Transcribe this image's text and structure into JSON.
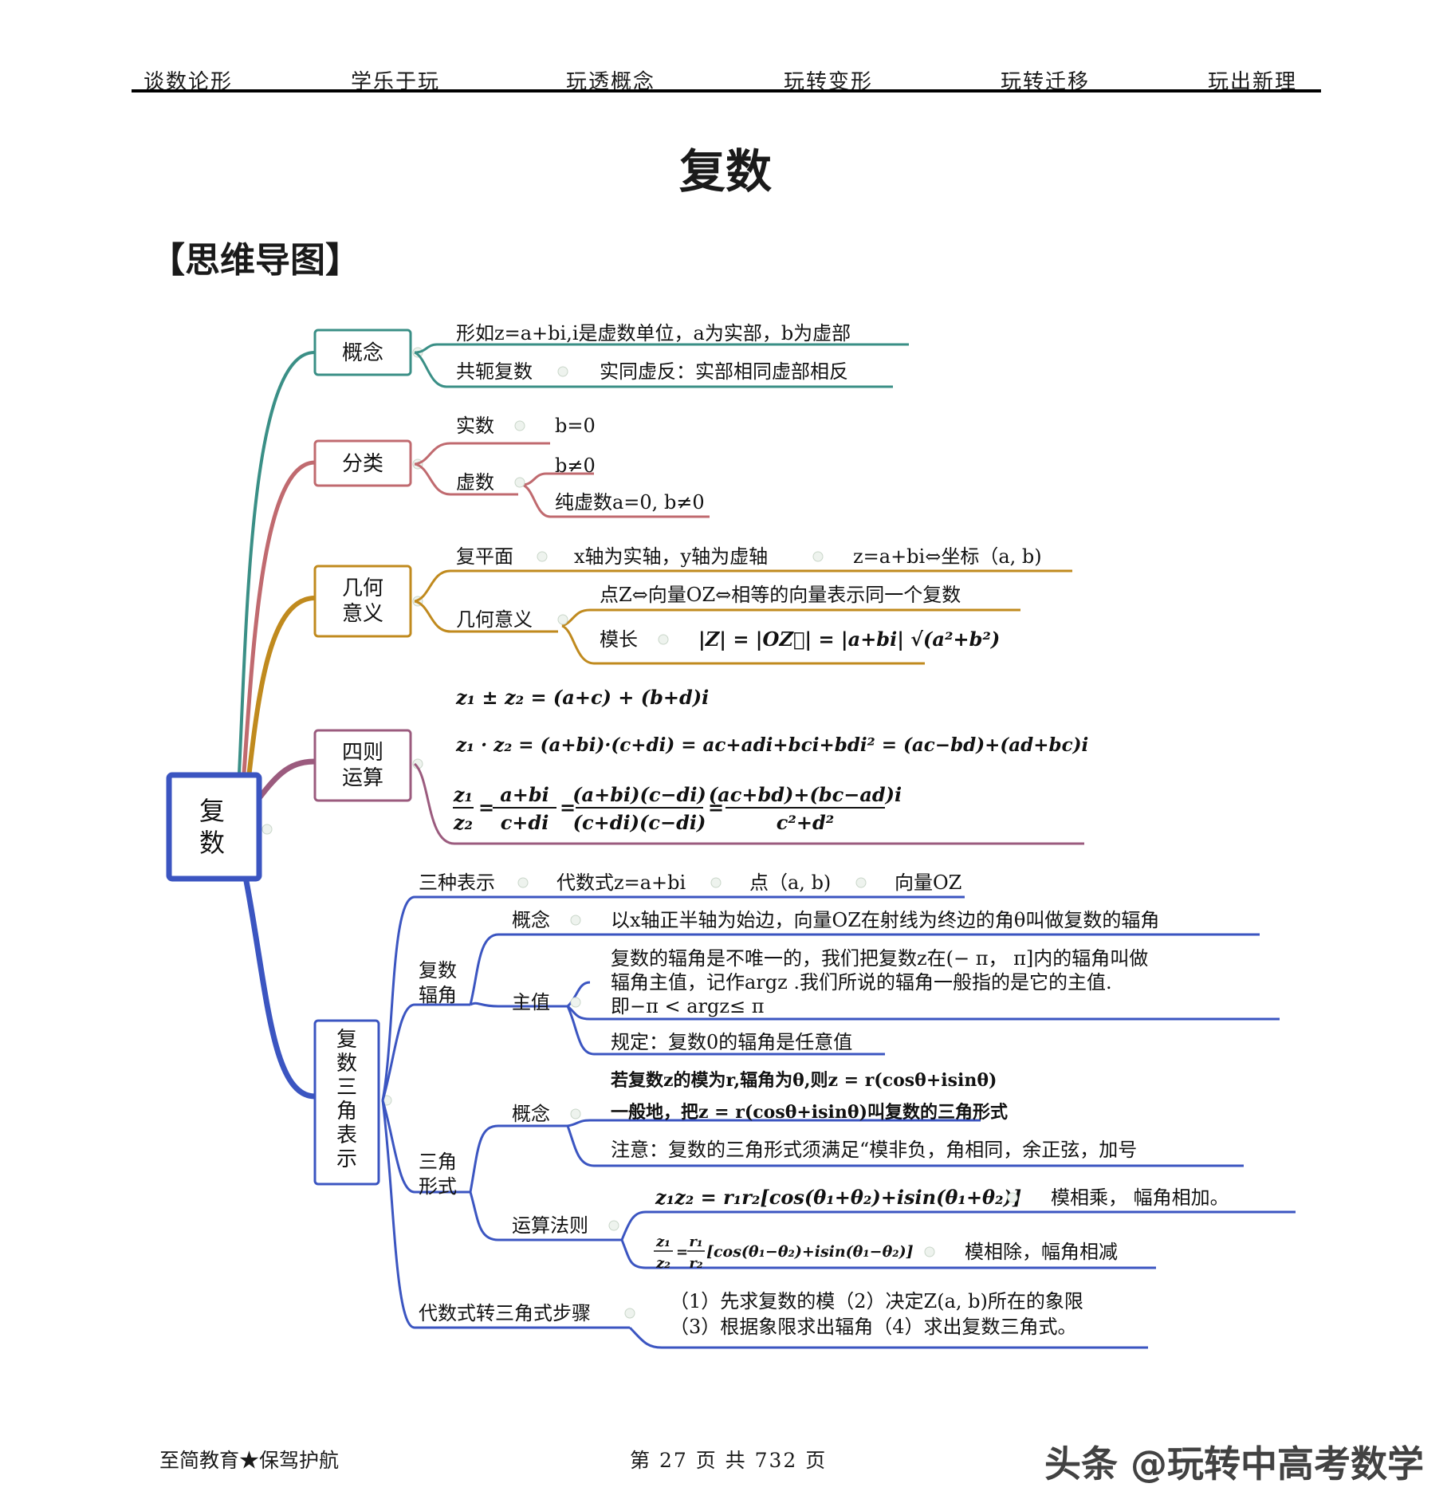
{
  "header": {
    "nav": [
      "谈数论形",
      "学乐于玩",
      "玩透概念",
      "玩转变形",
      "玩转迁移",
      "玩出新理"
    ]
  },
  "title": "复数",
  "section_title": "【思维导图】",
  "colors": {
    "concept": "#3a8f86",
    "classify": "#c06a6f",
    "geometry": "#c08a1e",
    "operations": "#9b5b7e",
    "trig": "#3b55c1"
  },
  "mindmap": {
    "root": [
      "复",
      "数"
    ],
    "concept": {
      "label": "概念",
      "def": "形如z=a+bi,i是虚数单位，a为实部，b为虚部",
      "conj_label": "共轭复数",
      "conj_text": "实同虚反：实部相同虚部相反"
    },
    "classify": {
      "label": "分类",
      "real": "实数",
      "real_cond": "b=0",
      "imag": "虚数",
      "imag_cond": "b≠0",
      "pure_imag": "纯虚数a=0, b≠0"
    },
    "geometry": {
      "label": [
        "几何",
        "意义"
      ],
      "plane": "复平面",
      "plane_text": "x轴为实轴，y轴为虚轴",
      "plane_coord": "z=a+bi⇔坐标（a, b)",
      "meaning": "几何意义",
      "meaning_text": "点Z⇔向量OZ⇔相等的向量表示同一个复数",
      "modulus": "模长",
      "modulus_formula": "|Z| = |OZ⃗| = |a+bi| √(a²+b²)"
    },
    "operations": {
      "label": [
        "四则",
        "运算"
      ],
      "add": "z₁ ± z₂ = (a+c) + (b+d)i",
      "mul": "z₁ · z₂ = (a+bi)·(c+di) = ac+adi+bci+bdi² = (ac−bd)+(ad+bc)i",
      "div_lhs_num": "z₁",
      "div_lhs_den": "z₂",
      "div_1_num": "a+bi",
      "div_1_den": "c+di",
      "div_2_num": "(a+bi)(c−di)",
      "div_2_den": "(c+di)(c−di)",
      "div_3_num": "(ac+bd)+(bc−ad)i",
      "div_3_den": "c²+d²"
    },
    "trig": {
      "label": [
        "复",
        "数",
        "三",
        "角",
        "表",
        "示"
      ],
      "three_forms": "三种表示",
      "algebraic": "代数式z=a+bi",
      "point": "点（a, b)",
      "vector": "向量OZ",
      "arg_label": [
        "复数",
        "辐角"
      ],
      "arg_concept": "概念",
      "arg_concept_text": "以x轴正半轴为始边，向量OZ在射线为终边的角θ叫做复数的辐角",
      "arg_main": "主值",
      "arg_main_text": [
        "复数的辐角是不唯一的，我们把复数z在(−  π，  π]内的辐角叫做",
        "辐角主值，记作argz  .我们所说的辐角一般指的是它的主值.",
        "即−π  <  argz≤ π"
      ],
      "arg_rule": "规定：复数0的辐角是任意值",
      "trig_label": [
        "三角",
        "形式"
      ],
      "trig_concept": "概念",
      "trig_concept_1": "若复数z的模为r,辐角为θ,则z = r(cosθ+isinθ)",
      "trig_concept_2": "一般地，把z = r(cosθ+isinθ)叫复数的三角形式",
      "trig_concept_3": "注意：复数的三角形式须满足“模非负，角相同，余正弦，加号",
      "rules_label": "运算法则",
      "rule_mul": "z₁z₂ = r₁r₂[cos(θ₁+θ₂)+isin(θ₁+θ₂)]",
      "rule_mul_text": "模相乘，       幅角相加。",
      "rule_div_num": "z₁",
      "rule_div_den": "z₂",
      "rule_div_r_num": "r₁",
      "rule_div_r_den": "r₂",
      "rule_div_rest": "[cos(θ₁−θ₂)+isin(θ₁−θ₂)]",
      "rule_div_text": "模相除，幅角相减",
      "steps_label": "代数式转三角式步骤",
      "steps_1": "（1）先求复数的模（2）决定Z(a, b)所在的象限",
      "steps_2": "（3）根据象限求出辐角（4）求出复数三角式。"
    }
  },
  "footer": {
    "left": "至简教育★保驾护航",
    "page": "第 27 页 共 732 页",
    "watermark": "头条 @玩转中高考数学"
  }
}
